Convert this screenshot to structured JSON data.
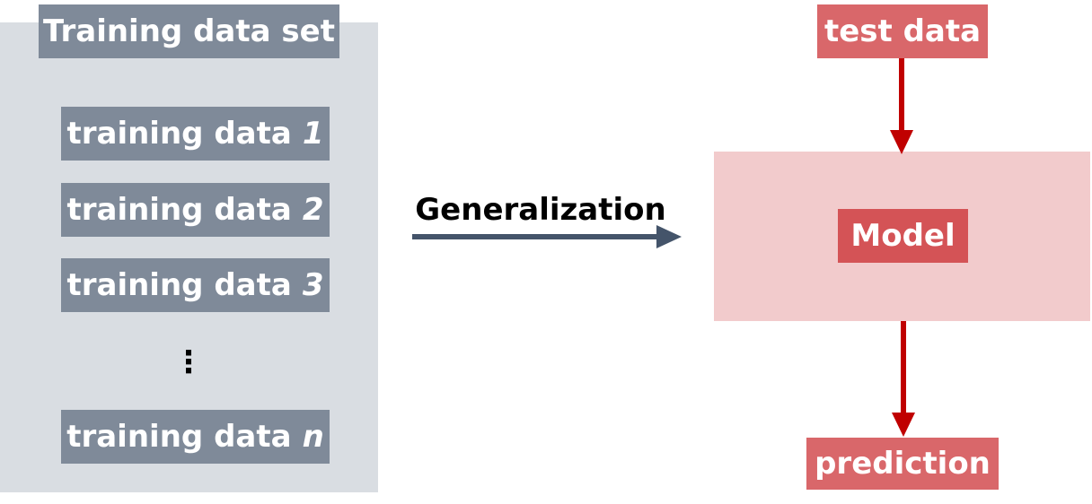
{
  "training_set": {
    "title": "Training data set",
    "items": [
      {
        "label": "training data",
        "index": "1"
      },
      {
        "label": "training data",
        "index": "2"
      },
      {
        "label": "training data",
        "index": "3"
      },
      {
        "label": "training data",
        "index": "n"
      }
    ],
    "ellipsis": "⋮"
  },
  "generalization": {
    "label": "Generalization"
  },
  "model_side": {
    "test_label": "test data",
    "model_label": "Model",
    "prediction_label": "prediction"
  },
  "colors": {
    "dataset_panel": "#d9dde2",
    "dataset_box": "#7f8a99",
    "generalization_arrow": "#44546a",
    "model_panel": "#f2cbcc",
    "model_box": "#d45356",
    "test_box": "#d9676a",
    "red_arrow": "#c00000"
  }
}
